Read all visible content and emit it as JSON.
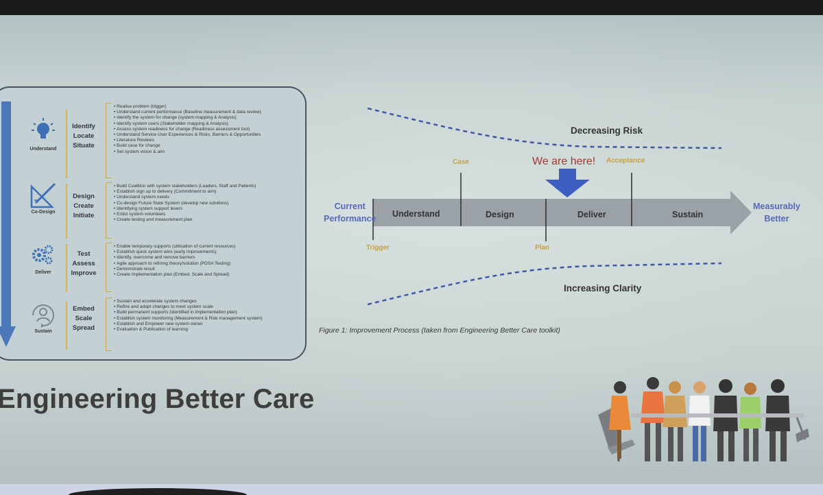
{
  "slide": {
    "main_title": "Engineering Better Care",
    "colors": {
      "arrow_blue": "#4a78b8",
      "gray_arrow": "#9aa1a7",
      "gold": "#c9a040",
      "blue_text": "#5867b8",
      "red_text": "#a33a32"
    }
  },
  "left_panel": {
    "phases": [
      {
        "icon": "lightbulb-icon",
        "icon_label": "Understand",
        "label": [
          "Identify",
          "Locate",
          "Situate"
        ],
        "tasks": [
          "Realise problem (trigger)",
          "Understand current performance (Baseline measurement & data review)",
          "Identify the system for change (system mapping & Analysis)",
          "Identify system users (Stakeholder mapping & Analysis)",
          "Assess system readiness for change (Readiness assessment tool)",
          "Understand Service User Experiences & Risks, Barriers & Opportunities",
          "Literature Reviews",
          "Build case for change",
          "Set system vision & aim"
        ]
      },
      {
        "icon": "design-tools-icon",
        "icon_label": "Co-Design",
        "label": [
          "Design",
          "Create",
          "Initiate"
        ],
        "tasks": [
          "Build Coalition with system stakeholders (Leaders, Staff and Patients)",
          "Establish sign up to delivery (Commitment to aim)",
          "Understand system needs",
          "Co-design Future State System (develop new solutions)",
          "Identifying system support levers",
          "Enlist system volunteers",
          "Create testing and measurement plan"
        ]
      },
      {
        "icon": "gears-icon",
        "icon_label": "Deliver",
        "label": [
          "Test",
          "Assess",
          "Improve"
        ],
        "tasks": [
          "Enable temporary supports (utilisation of current resources)",
          "Establish quick system wins (early improvements)",
          "Identify, overcome and remove barriers",
          "Agile approach to refining theory/solution (PDSA Testing)",
          "Demonstrate result",
          "Create Implementation plan (Embed, Scale and Spread)"
        ]
      },
      {
        "icon": "person-cycle-icon",
        "icon_label": "Sustain",
        "label": [
          "Embed",
          "Scale",
          "Spread"
        ],
        "tasks": [
          "Sustain and accelerate system changes",
          "Refine and adapt changes to meet system scale",
          "Build permanent supports (identified in implementation plan)",
          "Establish system monitoring (Measurement & Risk management system)",
          "Establish and Empower new system owner",
          "Evaluation & Publication of learning"
        ]
      }
    ]
  },
  "process": {
    "decreasing_risk": "Decreasing Risk",
    "increasing_clarity": "Increasing Clarity",
    "current_performance": [
      "Current",
      "Performance"
    ],
    "measurably_better": [
      "Measurably",
      "Better"
    ],
    "stages": [
      "Understand",
      "Design",
      "Deliver",
      "Sustain"
    ],
    "milestones_above": [
      "Case",
      "Acceptance"
    ],
    "milestones_below": [
      "Trigger",
      "Plan"
    ],
    "we_are_here": "We are here!",
    "caption": "Figure 1: Improvement Process (taken from Engineering Better Care toolkit)"
  }
}
